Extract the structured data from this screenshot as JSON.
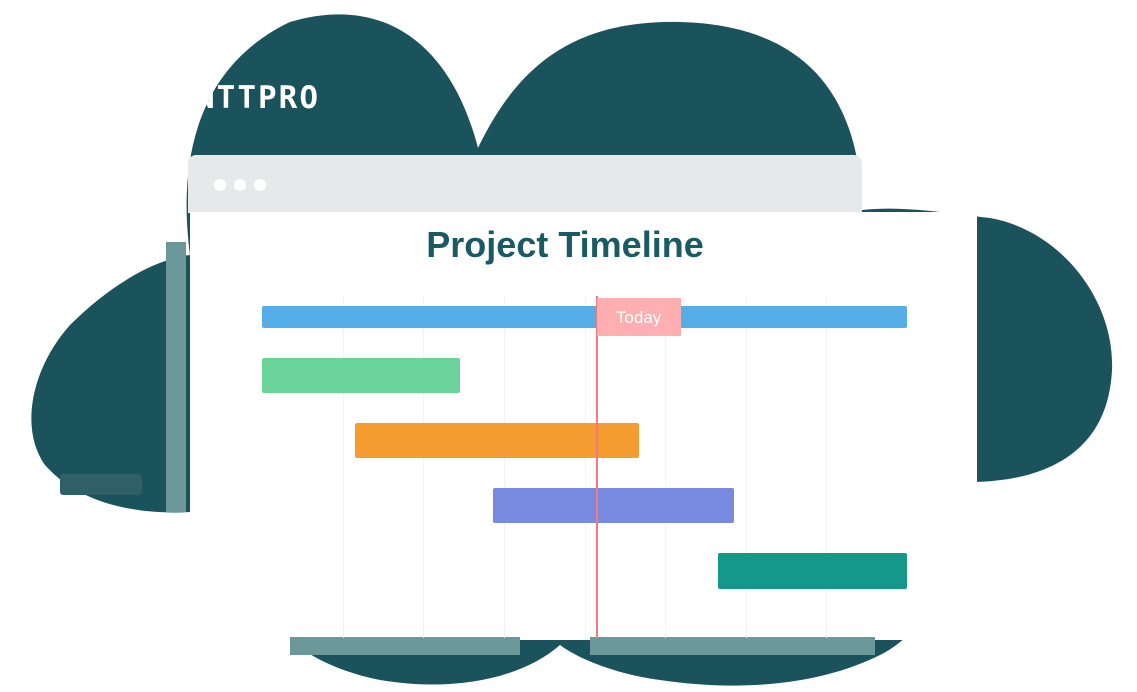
{
  "brand": {
    "logo_text": "NTTPRO"
  },
  "page": {
    "title": "Project Timeline"
  },
  "colors": {
    "cloud": "#1b535c",
    "title": "#1b5a63",
    "today_line": "#f07a80",
    "today_label_bg": "#ffaeb2"
  },
  "chart_data": {
    "type": "bar",
    "orientation": "gantt",
    "x_range": [
      0,
      8
    ],
    "grid": true,
    "tasks": [
      {
        "start": 0.0,
        "end": 8.0,
        "color": "#56aee8"
      },
      {
        "start": 0.0,
        "end": 2.46,
        "color": "#6bd49a"
      },
      {
        "start": 1.15,
        "end": 4.67,
        "color": "#f69d31"
      },
      {
        "start": 2.86,
        "end": 5.85,
        "color": "#7889e0"
      },
      {
        "start": 5.65,
        "end": 8.0,
        "color": "#14988a"
      }
    ],
    "today": {
      "position": 4.15,
      "label": "Today"
    }
  }
}
